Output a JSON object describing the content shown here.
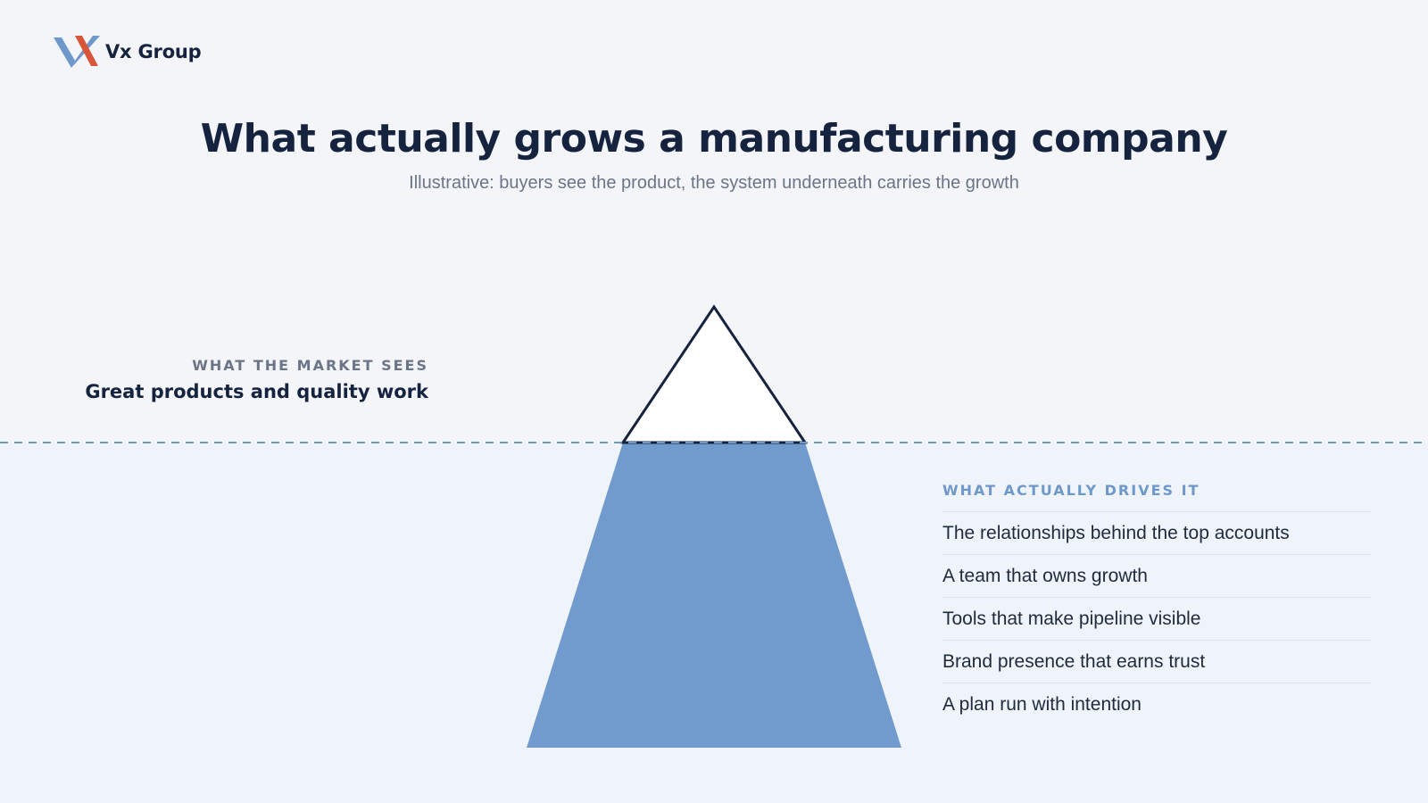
{
  "brand": {
    "name": "Vx Group",
    "logo_icon": "vx-logo-icon",
    "colors": {
      "blue": "#6f98ca",
      "red": "#d9553a",
      "navy": "#16233f"
    }
  },
  "header": {
    "title": "What actually grows a manufacturing company",
    "subtitle": "Illustrative: buyers see the product, the system underneath carries the growth"
  },
  "above": {
    "label": "WHAT THE MARKET SEES",
    "text": "Great products and quality work"
  },
  "below": {
    "label": "WHAT ACTUALLY DRIVES IT",
    "items": [
      "The relationships behind the top accounts",
      "A team that owns growth",
      "Tools that make pipeline visible",
      "Brand presence that earns trust",
      "A plan run with intention"
    ]
  },
  "colors": {
    "tip_fill": "#ffffff",
    "tip_stroke": "#16233f",
    "submerged_fill": "#729bcd",
    "waterline": "#6f98ca"
  }
}
